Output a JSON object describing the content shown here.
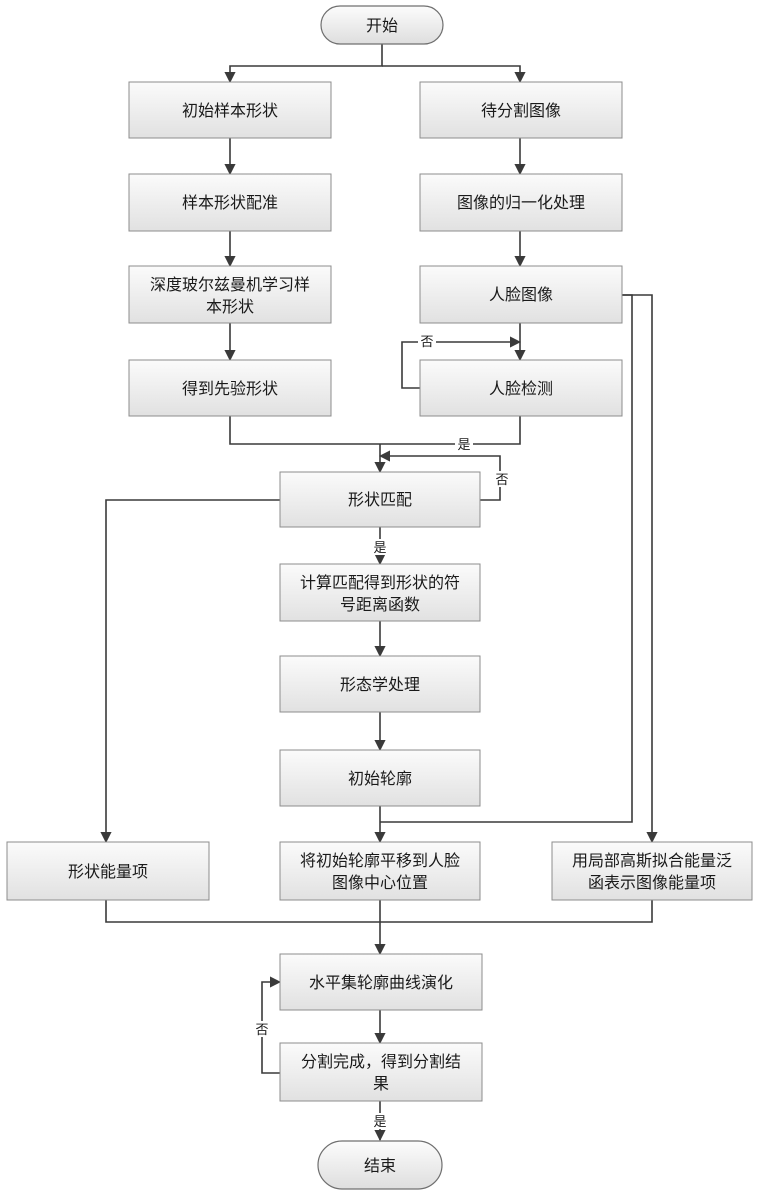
{
  "nodes": {
    "start": "开始",
    "init_shape": "初始样本形状",
    "to_segment": "待分割图像",
    "shape_reg": "样本形状配准",
    "normalize": "图像的归一化处理",
    "dbm_line1": "深度玻尔兹曼机学习样",
    "dbm_line2": "本形状",
    "face_image": "人脸图像",
    "prior_shape": "得到先验形状",
    "face_detect": "人脸检测",
    "shape_match": "形状匹配",
    "sdf_line1": "计算匹配得到形状的符",
    "sdf_line2": "号距离函数",
    "morph": "形态学处理",
    "init_contour": "初始轮廓",
    "shape_energy": "形状能量项",
    "translate_line1": "将初始轮廓平移到人脸",
    "translate_line2": "图像中心位置",
    "lgf_line1": "用局部高斯拟合能量泛",
    "lgf_line2": "函表示图像能量项",
    "levelset": "水平集轮廓曲线演化",
    "seg_done_line1": "分割完成，得到分割结",
    "seg_done_line2": "果",
    "end": "结束"
  },
  "edge_labels": {
    "detect_no": "否",
    "detect_yes": "是",
    "match_no": "否",
    "match_yes": "是",
    "done_no": "否",
    "done_yes": "是"
  }
}
